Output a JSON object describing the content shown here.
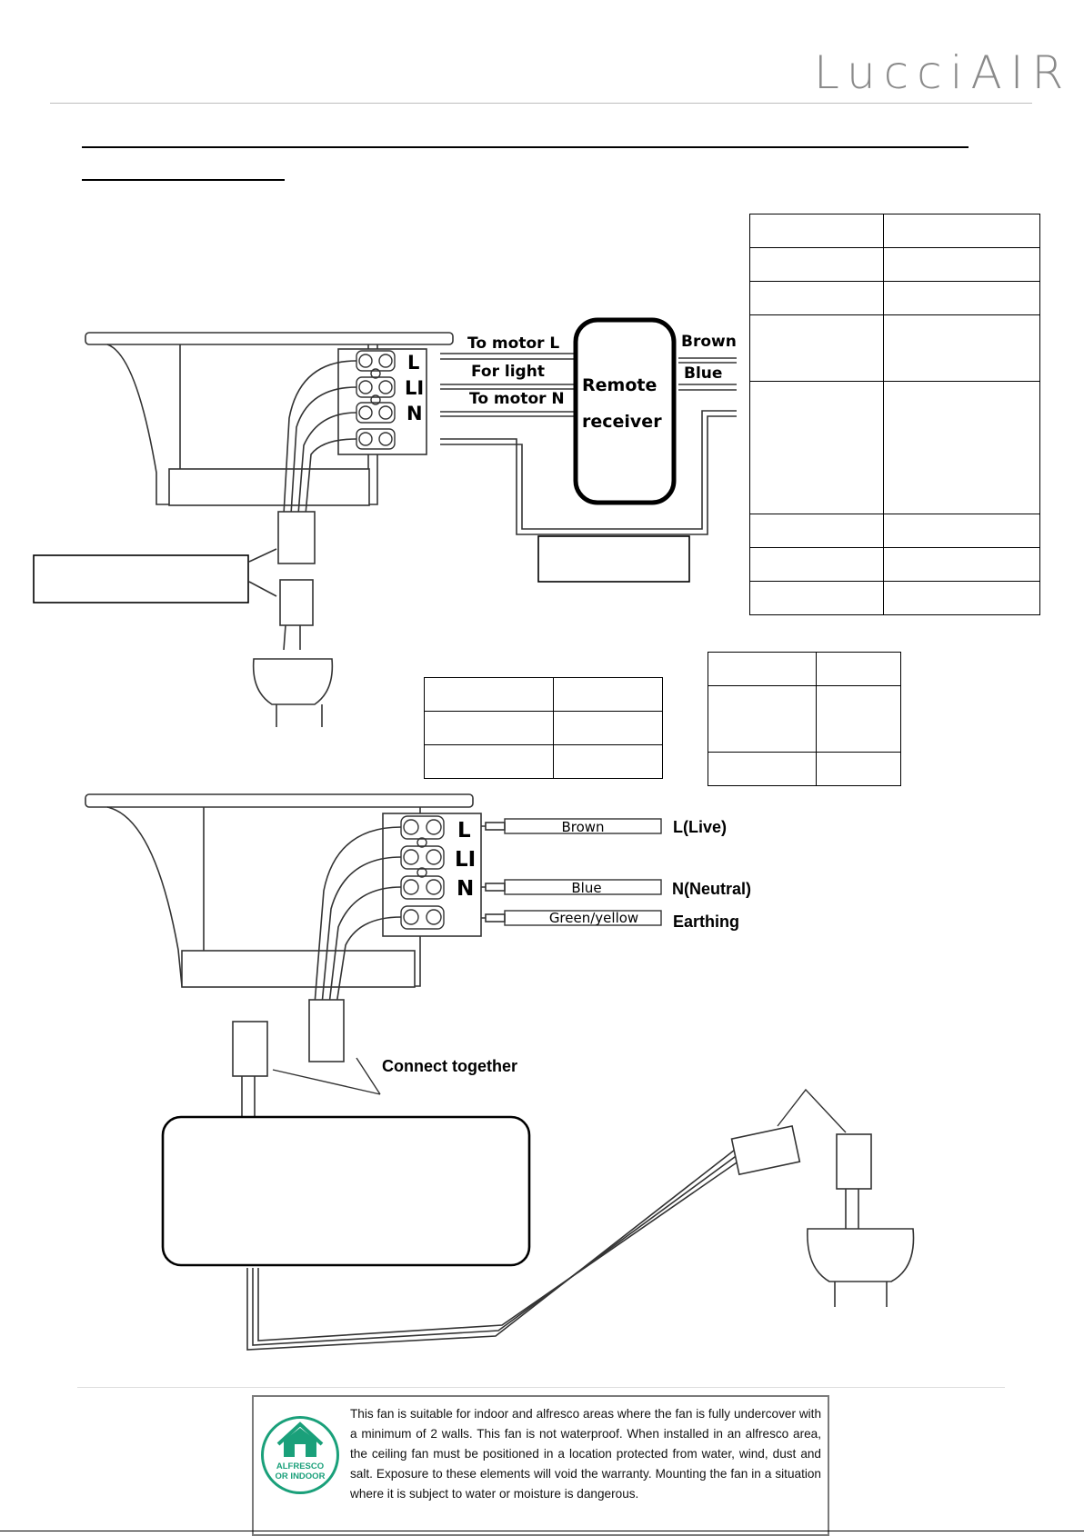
{
  "header": {
    "logo_text": "LucciAIR"
  },
  "top_diagram": {
    "terminals": [
      "L",
      "LI",
      "N"
    ],
    "wire_labels": {
      "to_motor_l": "To motor L",
      "for_light": "For light",
      "to_motor_n": "To motor N"
    },
    "receiver": {
      "line1": "Remote",
      "line2": "receiver"
    },
    "input_labels": {
      "brown": "Brown",
      "blue": "Blue"
    }
  },
  "bottom_diagram": {
    "terminals": [
      "L",
      "LI",
      "N"
    ],
    "wires": [
      {
        "color": "Brown",
        "label": "L(Live)"
      },
      {
        "color": "Blue",
        "label": "N(Neutral)"
      },
      {
        "color": "Green/yellow",
        "label": "Earthing"
      }
    ],
    "connect_label": "Connect together"
  },
  "notice": {
    "badge_line1": "ALFRESCO",
    "badge_line2": "OR INDOOR",
    "text": "This fan is suitable for indoor and alfresco areas where the fan is fully undercover with a minimum of 2 walls. This fan is not waterproof. When installed in an alfresco area, the ceiling fan must be positioned in a location protected from water, wind, dust and salt. Exposure to these elements will void the warranty. Mounting the fan in a situation where it is subject to water or moisture is dangerous."
  },
  "colors": {
    "logo": "#8a8a8a",
    "badge": "#1aa07a"
  }
}
